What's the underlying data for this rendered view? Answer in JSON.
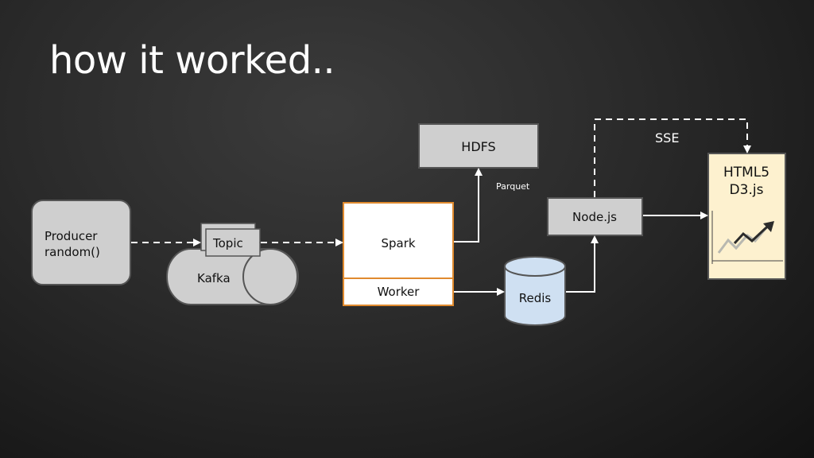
{
  "slide": {
    "title": "how it worked.."
  },
  "nodes": {
    "producer": {
      "line1": "Producer",
      "line2": "random()"
    },
    "kafka": {
      "label": "Kafka",
      "topic": "Topic"
    },
    "spark": {
      "label": "Spark",
      "worker": "Worker"
    },
    "hdfs": {
      "label": "HDFS"
    },
    "redis": {
      "label": "Redis"
    },
    "nodejs": {
      "label": "Node.js"
    },
    "browser": {
      "line1": "HTML5",
      "line2": "D3.js"
    }
  },
  "edges": {
    "spark_hdfs": "Parquet",
    "node_browser_stream": "SSE"
  },
  "colors": {
    "box_gray": "#cfcfcf",
    "spark_border": "#e08a2e",
    "redis_fill": "#cfe0f2",
    "browser_fill": "#fdf1cf"
  }
}
